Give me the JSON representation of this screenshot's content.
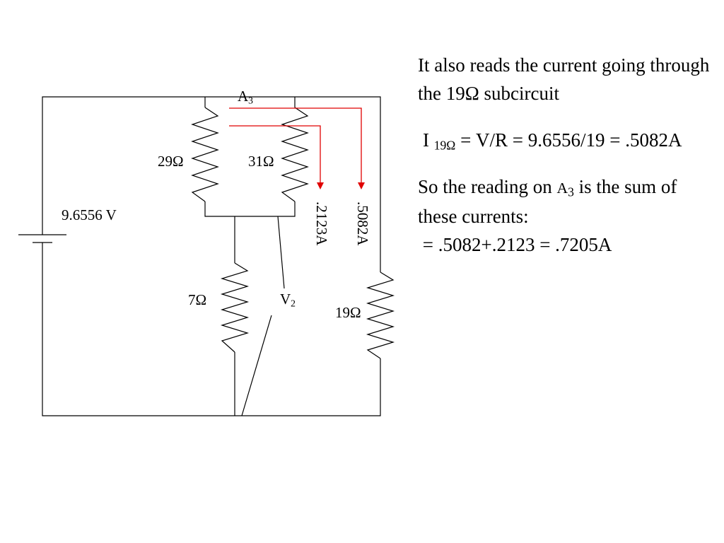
{
  "circuit": {
    "battery_label": "9.6556 V",
    "r29_label": "29Ω",
    "r31_label": "31Ω",
    "r7_label": "7Ω",
    "r19_label": "19Ω",
    "ammeter": {
      "letter": "A",
      "sub": "3"
    },
    "voltmeter": {
      "letter": "V",
      "sub": "2"
    },
    "current_31": ".2123A",
    "current_19": ".5082A",
    "arrow_color": "#e00000"
  },
  "explanation": {
    "line1": "It also reads the current going through the 19Ω subcircuit",
    "eq_prefix": "I ",
    "eq_sub": "19Ω",
    "eq_rest": " = V/R = 9.6556/19 = .5082A",
    "line3_pre": "So the reading on ",
    "line3_a": "A",
    "line3_sub": "3",
    "line3_post": " is the sum of these currents:",
    "line4": " = .5082+.2123 = .7205A"
  }
}
